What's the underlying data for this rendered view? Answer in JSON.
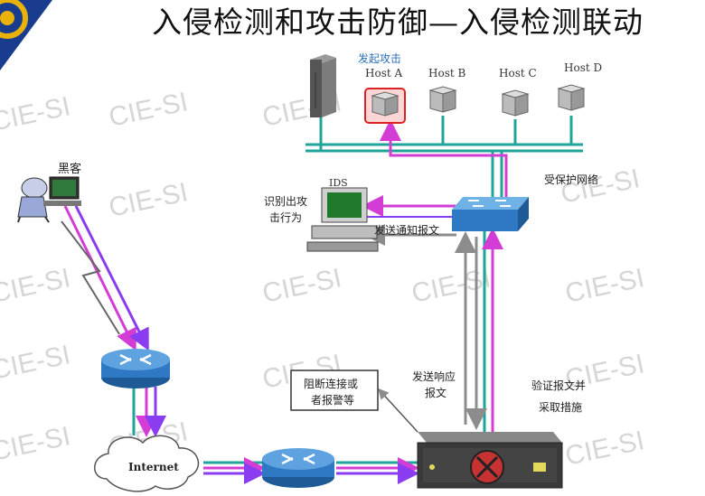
{
  "title": "入侵检测和攻击防御—入侵检测联动",
  "labels": {
    "hacker": "黑客",
    "attack_origin": "发起攻击",
    "host_a": "Host A",
    "host_b": "Host B",
    "host_c": "Host C",
    "host_d": "Host D",
    "protected_network": "受保护网络",
    "ids": "IDS",
    "identify_line1": "识别出攻",
    "identify_line2": "击行为",
    "send_notify": "发送通知报文",
    "send_response_line1": "发送响应",
    "send_response_line2": "报文",
    "verify_line1": "验证报文并",
    "verify_line2": "采取措施",
    "block_line1": "阻断连接或",
    "block_line2": "者报警等",
    "internet": "Internet"
  },
  "watermark": "CIE-SI",
  "colors": {
    "attack_line": "#d43cd6",
    "purple_line": "#8a3cf0",
    "network_line": "#1fa39a",
    "gray_arrow": "#8c8c8c",
    "router_blue": "#2f78c4",
    "logo_blue": "#1a3c8f",
    "logo_gold": "#e8b20a"
  },
  "icons": [
    "hacker-icon",
    "router-icon",
    "cloud-icon",
    "switch-icon",
    "server-icon",
    "host-icon",
    "ids-computer-icon",
    "firewall-icon"
  ]
}
